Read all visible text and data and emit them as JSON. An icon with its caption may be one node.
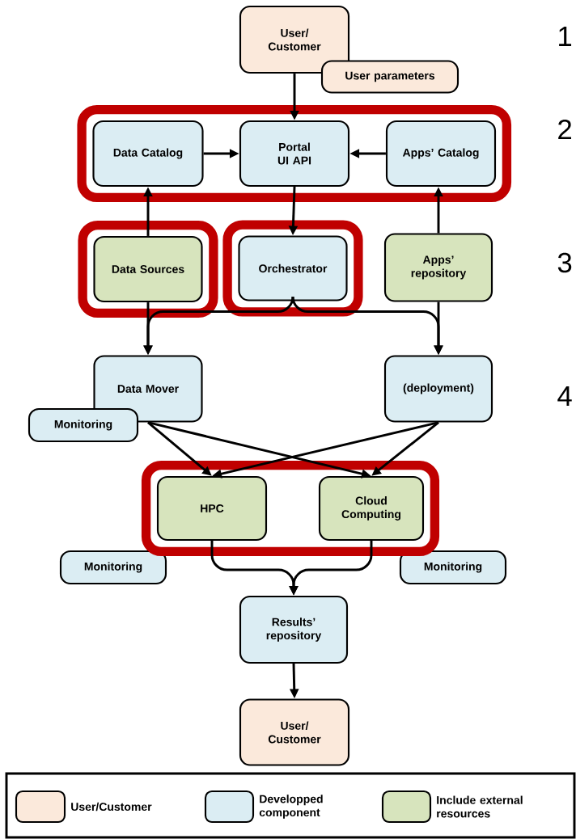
{
  "diagram": {
    "nodes": [
      {
        "text": [
          "User/ Customer"
        ]
      },
      {
        "text": [
          "User parameters"
        ]
      },
      {
        "text": [],
        "shape": "box"
      },
      {
        "text": [
          "Data Catalog"
        ],
        "in": 2
      },
      {
        "text": [
          "Portal UI API"
        ],
        "in": 2
      },
      {
        "text": [
          "Apps’ Catalog"
        ],
        "in": 2
      },
      {
        "text": [],
        "shape": "box"
      },
      {
        "text": [
          "Data Sources"
        ],
        "in": 6
      },
      {
        "text": [],
        "shape": "box"
      },
      {
        "text": [
          "Orchestrator"
        ],
        "in": 8
      },
      {
        "text": [
          "Apps’ repository"
        ]
      },
      {
        "text": [
          "Data Mover"
        ]
      },
      {
        "text": [
          "(deployment)"
        ]
      },
      {
        "text": [
          "Monitoring"
        ]
      },
      {
        "text": [],
        "shape": "box"
      },
      {
        "text": [
          "HPC"
        ],
        "in": 14
      },
      {
        "text": [
          "Cloud Computing"
        ],
        "in": 14
      },
      {
        "text": [
          "Monitoring"
        ]
      },
      {
        "text": [
          "Monitoring"
        ]
      },
      {
        "text": [
          "Results’ repository"
        ]
      },
      {
        "text": [
          "User/ Customer"
        ]
      }
    ],
    "edges": [
      {
        "from": 0,
        "to": 4,
        "arrow": "to"
      },
      {
        "from": 3,
        "to": 4,
        "arrow": "to"
      },
      {
        "from": 5,
        "to": 4,
        "arrow": "to"
      },
      {
        "from": 7,
        "to": 3,
        "arrow": "to"
      },
      {
        "from": 4,
        "to": 9,
        "arrow": "to"
      },
      {
        "from": 10,
        "to": 5,
        "arrow": "to"
      },
      {
        "from": 7,
        "to": 11,
        "arrow": "to"
      },
      {
        "from": 9,
        "to": 11,
        "arrow": "to"
      },
      {
        "from": 9,
        "to": 12,
        "arrow": "to"
      },
      {
        "from": 10,
        "to": 12,
        "arrow": "to"
      },
      {
        "from": 11,
        "to": 15,
        "arrow": "to"
      },
      {
        "from": 11,
        "to": 16,
        "arrow": "to"
      },
      {
        "from": 12,
        "to": 15,
        "arrow": "to"
      },
      {
        "from": 12,
        "to": 16,
        "arrow": "to"
      },
      {
        "from": 15,
        "to": 19,
        "arrow": "to"
      },
      {
        "from": 16,
        "to": 19,
        "arrow": "to"
      },
      {
        "from": 19,
        "to": 20,
        "arrow": "to"
      }
    ],
    "labels": [
      "1",
      "2",
      "3",
      "4"
    ],
    "legend": [
      {
        "text": "User/Customer",
        "color": "#fbe9db"
      },
      {
        "text": "Developped component",
        "color": "#dbedf3"
      },
      {
        "text": "Include external resources",
        "color": "#d7e4bd"
      }
    ]
  }
}
